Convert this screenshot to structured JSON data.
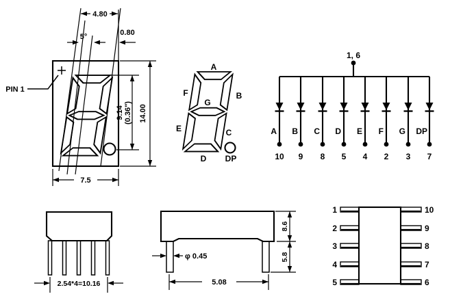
{
  "front_view": {
    "pin1_label": "PIN 1",
    "dim_top_width": "4.80",
    "dim_offset": "0.80",
    "dim_angle": "5°",
    "dim_inner_height_line1": "9.14",
    "dim_inner_height_line2": "(0.36\")",
    "dim_outer_height": "14.00",
    "dim_bottom_width": "7.5"
  },
  "segment_diagram": {
    "seg_a": "A",
    "seg_b": "B",
    "seg_c": "C",
    "seg_d": "D",
    "seg_e": "E",
    "seg_f": "F",
    "seg_g": "G",
    "seg_dp": "DP"
  },
  "schematic": {
    "common_pins_label": "1, 6",
    "segment_labels": [
      "A",
      "B",
      "C",
      "D",
      "E",
      "F",
      "G",
      "DP"
    ],
    "pin_numbers": [
      "10",
      "9",
      "8",
      "5",
      "4",
      "2",
      "3",
      "7"
    ]
  },
  "front_side_view": {
    "dim_pitch": "2.54*4=10.16"
  },
  "edge_side_view": {
    "dim_pin_diameter": "φ 0.45",
    "dim_row_spacing": "5.08",
    "dim_body_height": "8.6",
    "dim_pin_length": "5.8"
  },
  "pin_layout": {
    "left_pin_numbers": [
      "1",
      "2",
      "3",
      "4",
      "5"
    ],
    "right_pin_numbers": [
      "10",
      "9",
      "8",
      "7",
      "6"
    ]
  },
  "colors": {
    "line": "#000000",
    "background": "#ffffff"
  }
}
